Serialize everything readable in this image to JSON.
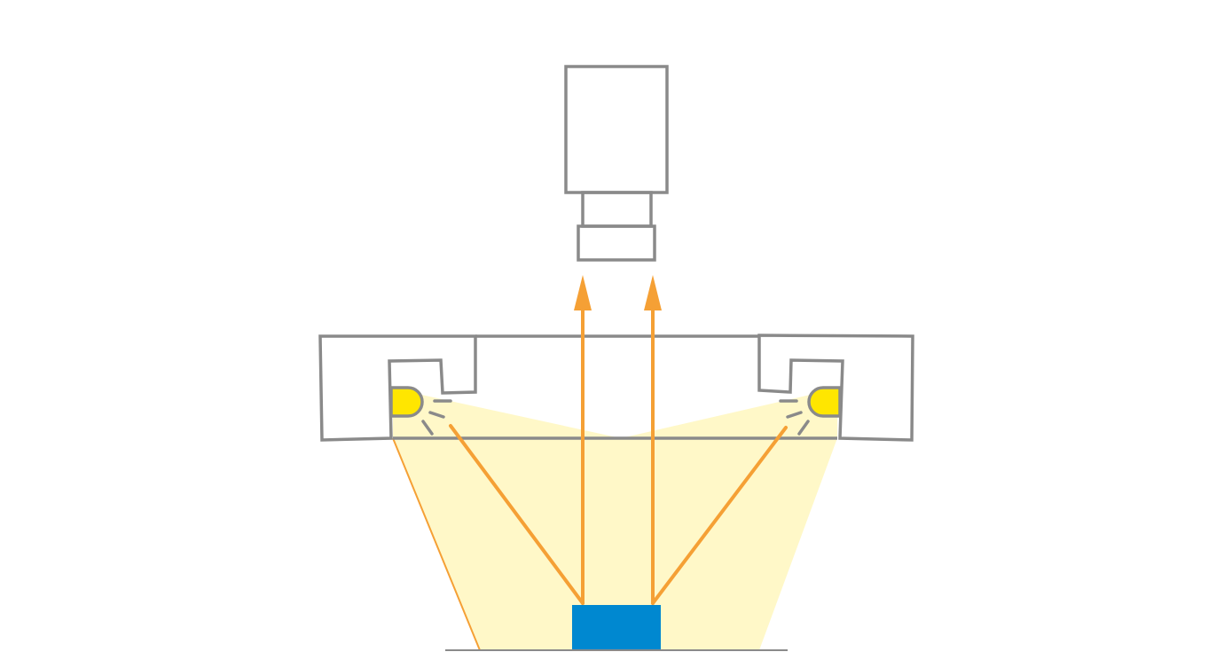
{
  "diagram": {
    "kind": "machine-vision-lighting-setup",
    "components": [
      "camera-body",
      "camera-lens",
      "ring-light-housing",
      "left-led",
      "right-led",
      "light-cone",
      "inspection-target",
      "stage-surface"
    ],
    "colors": {
      "outline": "#8a8a8a",
      "light_fill": "#fff8c8",
      "light_rays": "#f5a035",
      "led": "#ffe600",
      "target": "#0088d0",
      "stage": "#8a8a8a",
      "background": "#ffffff"
    }
  }
}
